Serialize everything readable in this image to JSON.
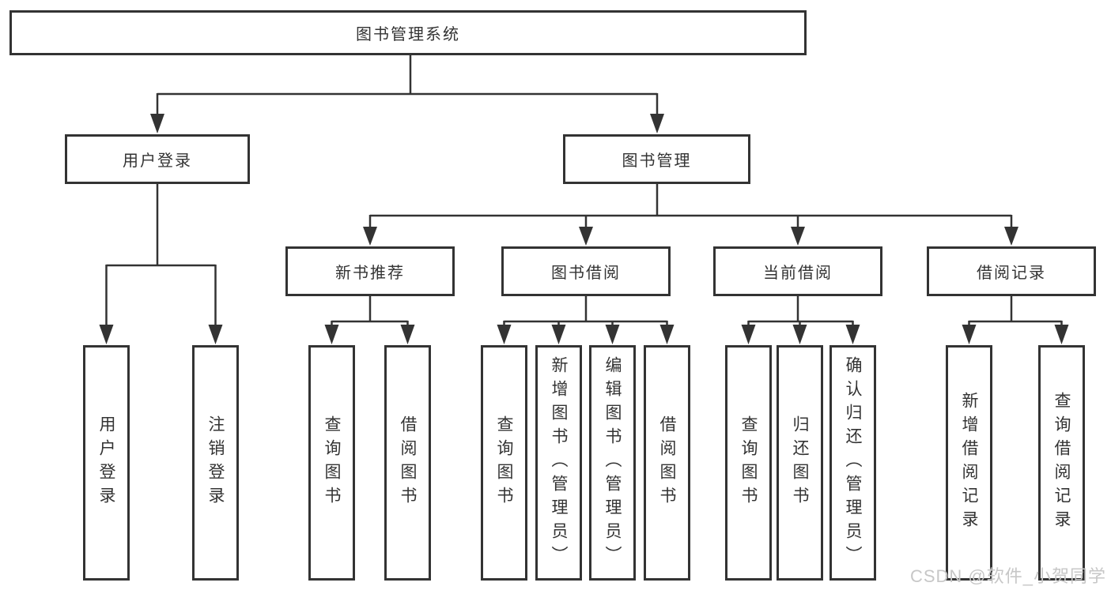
{
  "diagram": {
    "root": {
      "label": "图书管理系统"
    },
    "level2": {
      "user_login": {
        "label": "用户登录"
      },
      "book_management": {
        "label": "图书管理"
      }
    },
    "level3": {
      "new_book_recommend": {
        "label": "新书推荐"
      },
      "book_borrow": {
        "label": "图书借阅"
      },
      "current_borrow": {
        "label": "当前借阅"
      },
      "borrow_record": {
        "label": "借阅记录"
      }
    },
    "leaves": {
      "user_login": [
        "用户登录",
        "注销登录"
      ],
      "new_book_recommend": [
        "查询图书",
        "借阅图书"
      ],
      "book_borrow": [
        "查询图书",
        "新增图书（管理员）",
        "编辑图书（管理员）",
        "借阅图书"
      ],
      "current_borrow": [
        "查询图书",
        "归还图书",
        "确认归还（管理员）"
      ],
      "borrow_record": [
        "新增借阅记录",
        "查询借阅记录"
      ]
    },
    "watermark": "CSDN @软件_小贺同学",
    "colors": {
      "line": "#333333",
      "box_border": "#333333",
      "text": "#333333",
      "watermark": "#c7c7c7",
      "background": "#ffffff"
    }
  }
}
